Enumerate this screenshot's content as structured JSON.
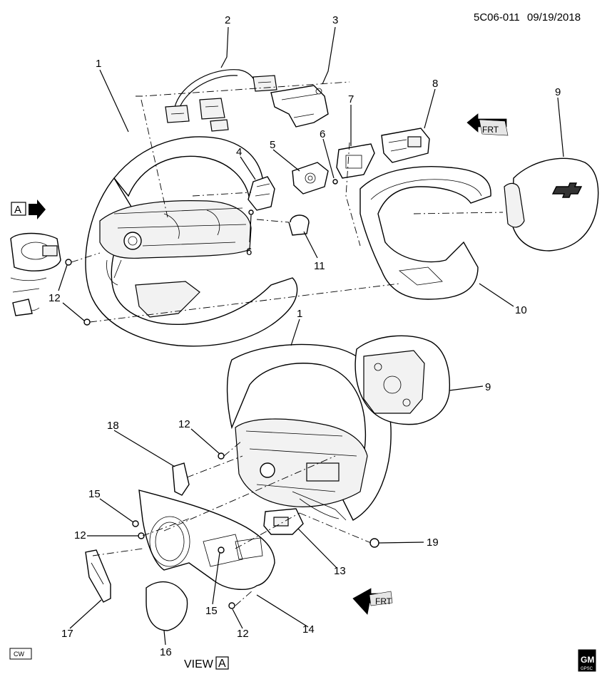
{
  "header": {
    "code": "5C06-011",
    "date": "09/19/2018"
  },
  "view_label": {
    "text": "VIEW",
    "letter": "A"
  },
  "view_marker": {
    "letter": "A"
  },
  "frt_arrows": [
    {
      "text": "FRT"
    },
    {
      "text": "FRT"
    }
  ],
  "corner_marks": {
    "left": "CW",
    "right_top": "GM",
    "right_bottom": "GPSC"
  },
  "callouts": [
    "1",
    "2",
    "3",
    "4",
    "5",
    "6",
    "7",
    "8",
    "9",
    "6",
    "11",
    "12",
    "12",
    "10",
    "1",
    "9",
    "18",
    "12",
    "15",
    "12",
    "19",
    "13",
    "15",
    "17",
    "16",
    "12",
    "14"
  ],
  "icons": {
    "frt": "frt-direction-arrow-icon",
    "view": "view-direction-arrow-icon",
    "gm": "gm-logo-icon",
    "bowtie": "chevrolet-bowtie-icon"
  }
}
